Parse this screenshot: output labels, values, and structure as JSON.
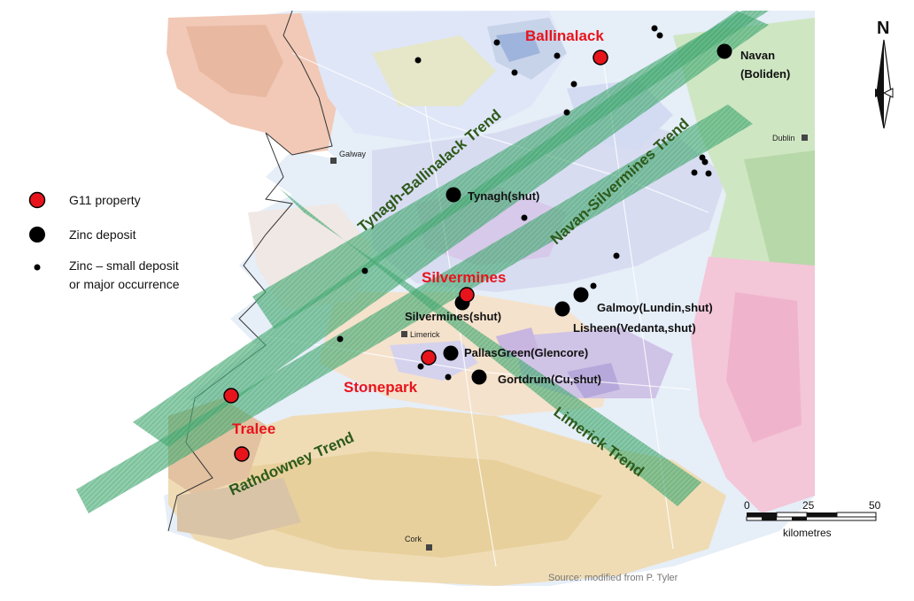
{
  "legend": {
    "g11": "G11 property",
    "zinc": "Zinc deposit",
    "small_line1": "Zinc – small deposit",
    "small_line2": "or major occurrence"
  },
  "trends": {
    "tynagh": "Tynagh-Ballinalack Trend",
    "navan": "Navan-Silvermines Trend",
    "rathdowney": "Rathdowney Trend",
    "limerick": "Limerick Trend"
  },
  "g11_properties": {
    "ballinalack": "Ballinalack",
    "silvermines": "Silvermines",
    "stonepark": "Stonepark",
    "tralee": "Tralee"
  },
  "deposits": {
    "navan_line1": "Navan",
    "navan_line2": "(Boliden)",
    "tynagh": "Tynagh(shut)",
    "silvermines": "Silvermines(shut)",
    "galmoy": "Galmoy(Lundin,shut)",
    "lisheen": "Lisheen(Vedanta,shut)",
    "pallasgreen": "PallasGreen(Glencore)",
    "gortdrum": "Gortdrum(Cu,shut)"
  },
  "towns": {
    "galway": "Galway",
    "dublin": "Dublin",
    "limerick": "Limerick",
    "cork": "Cork"
  },
  "north": "N",
  "scale": {
    "t0": "0",
    "t25": "25",
    "t50": "50",
    "unit": "kilometres"
  },
  "source": "Source: modified from P. Tyler",
  "colors": {
    "g11": "#e8141c",
    "trend": "#3aa86b",
    "trend_text": "#2d5a1a",
    "g11_text": "#e8141c"
  }
}
